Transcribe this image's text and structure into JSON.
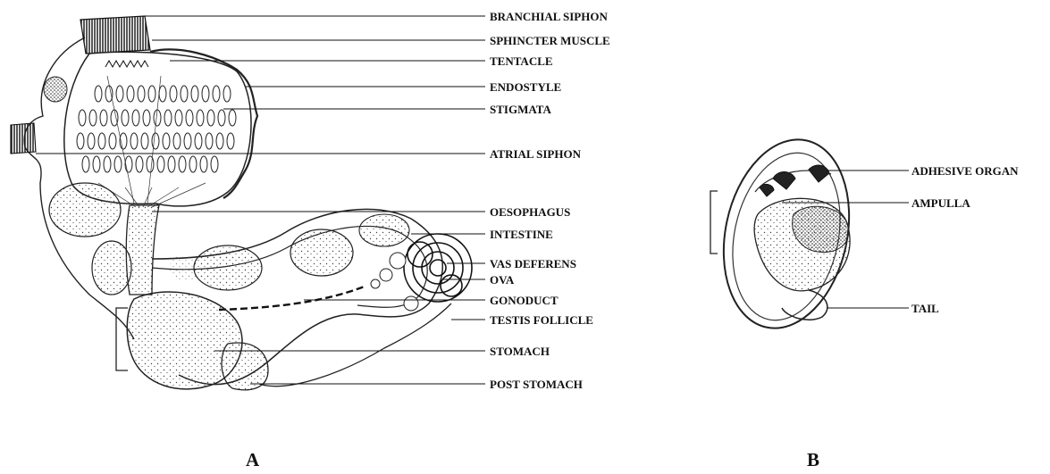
{
  "panel_a": {
    "caption": "A",
    "labels": [
      "BRANCHIAL SIPHON",
      "SPHINCTER MUSCLE",
      "TENTACLE",
      "ENDOSTYLE",
      "STIGMATA",
      "ATRIAL SIPHON",
      "OESOPHAGUS",
      "INTESTINE",
      "VAS DEFERENS",
      "OVA",
      "GONODUCT",
      "TESTIS FOLLICLE",
      "STOMACH",
      "POST STOMACH"
    ]
  },
  "panel_b": {
    "caption": "B",
    "labels": [
      "ADHESIVE ORGAN",
      "AMPULLA",
      "TAIL"
    ]
  }
}
